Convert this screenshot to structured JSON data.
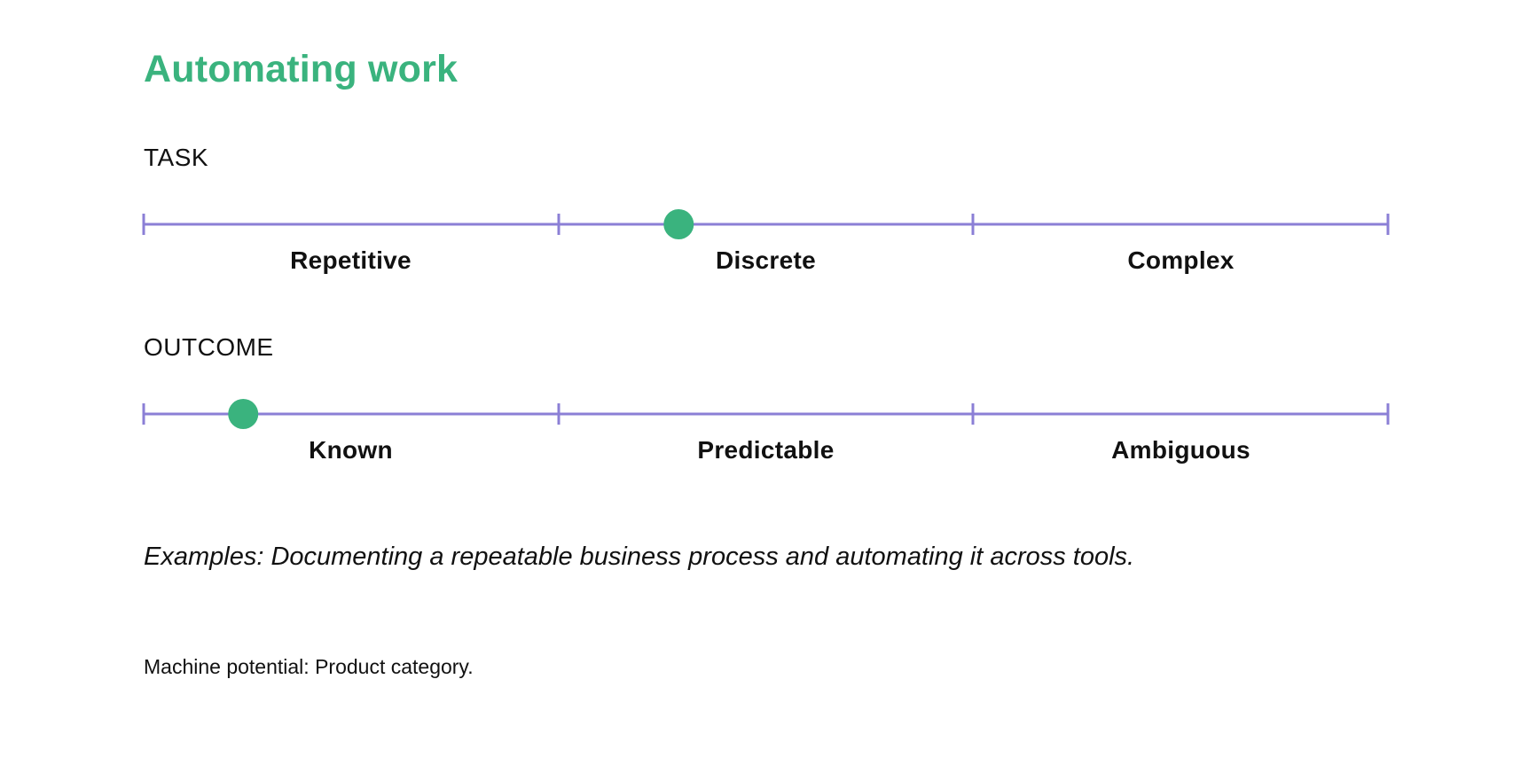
{
  "title": "Automating work",
  "colors": {
    "title": "#3ab37e",
    "marker": "#3ab37e",
    "axis": "#8b7fd6",
    "text": "#111111"
  },
  "scales": [
    {
      "label": "TASK",
      "bands": [
        "Repetitive",
        "Discrete",
        "Complex"
      ],
      "position": 0.43
    },
    {
      "label": "OUTCOME",
      "bands": [
        "Known",
        "Predictable",
        "Ambiguous"
      ],
      "position": 0.08
    }
  ],
  "examples": "Examples: Documenting a repeatable business process and automating it across tools.",
  "footnote": "Machine potential: Product category."
}
